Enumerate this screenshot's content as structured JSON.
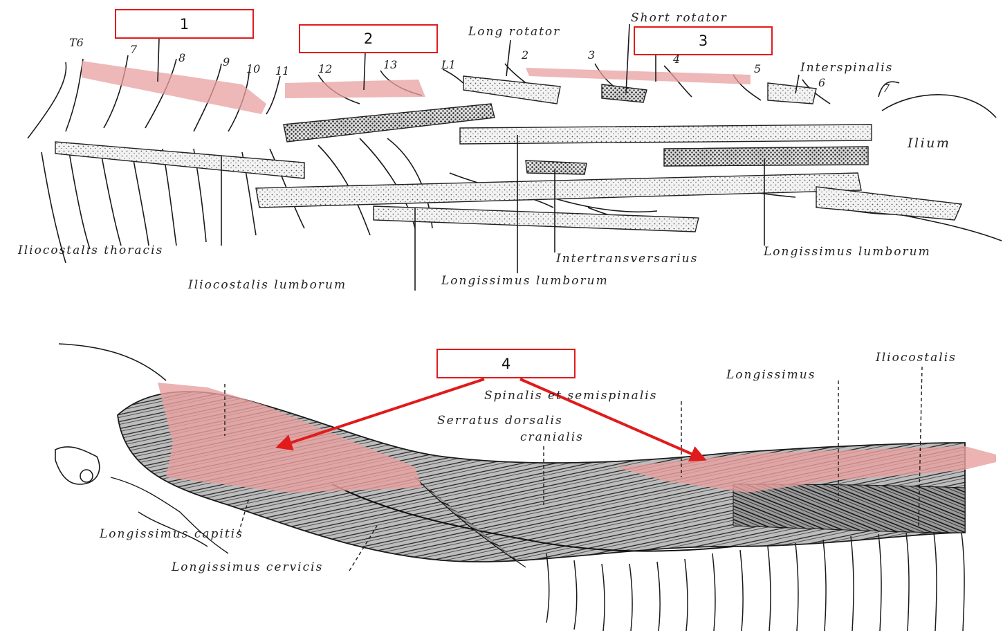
{
  "callouts": [
    "1",
    "2",
    "3",
    "4"
  ],
  "vertebra_labels": [
    "T6",
    "7",
    "8",
    "9",
    "10",
    "11",
    "12",
    "13",
    "L1",
    "2",
    "3",
    "4",
    "5",
    "6",
    "7"
  ],
  "upper_labels": {
    "long_rotator": "Long rotator",
    "short_rotator": "Short rotator",
    "interspinalis": "Interspinalis",
    "ilium": "Ilium",
    "iliocostalis_thoracis": "Iliocostalis thoracis",
    "iliocostalis_lumborum": "Iliocostalis lumborum",
    "longissimus_lumborum_center": "Longissimus lumborum",
    "intertransversarius": "Intertransversarius",
    "longissimus_lumborum_right": "Longissimus lumborum"
  },
  "lower_labels": {
    "iliocostalis": "Iliocostalis",
    "longissimus": "Longissimus",
    "spinalis_semispinalis": "Spinalis et semispinalis",
    "serratus_line1": "Serratus dorsalis",
    "serratus_line2": "cranialis",
    "longissimus_capitis": "Longissimus capitis",
    "longissimus_cervicis": "Longissimus cervicis"
  },
  "colors": {
    "highlight": "#e8a0a0",
    "callout_border": "#e01b1b",
    "arrow": "#e01b1b",
    "line_art": "#1a1a1a"
  }
}
